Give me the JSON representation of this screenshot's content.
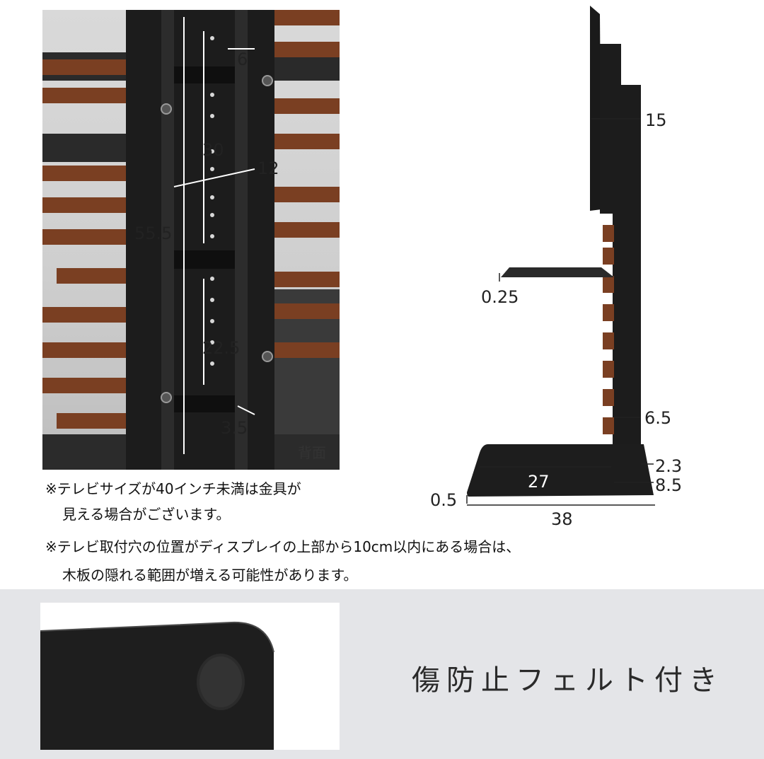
{
  "back_photo": {
    "dimensions": {
      "d6": "6",
      "d30": "30",
      "d12": "12",
      "d55_5": "55.5",
      "d22_5": "22.5",
      "d3_5": "3.5"
    },
    "caption": "背面"
  },
  "side_diagram": {
    "dimensions": {
      "d15": "15",
      "d0_25": "0.25",
      "d6_5": "6.5",
      "d2_3": "2.3",
      "d27": "27",
      "d8_5": "8.5",
      "d0_5": "0.5",
      "d38": "38"
    }
  },
  "notes": {
    "note1_line1": "※テレビサイズが40インチ未満は金具が",
    "note1_line2": "見える場合がございます。",
    "note2_line1": "※テレビ取付穴の位置がディスプレイの上部から10cm以内にある場合は、",
    "note2_line2": "木板の隠れる範囲が増える可能性があります。"
  },
  "feature": {
    "label": "傷防止フェルト付き"
  },
  "colors": {
    "wood": "#7a3f22",
    "metal": "#1c1c1c",
    "band": "#e4e5e8"
  }
}
